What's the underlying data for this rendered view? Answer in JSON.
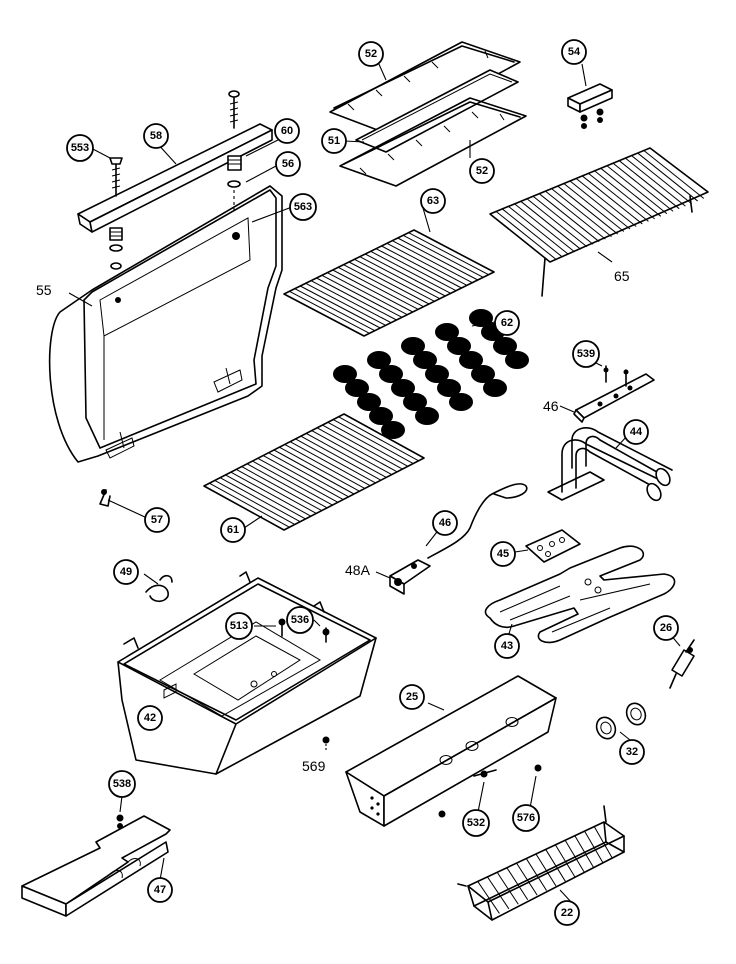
{
  "callouts": [
    {
      "id": "c52a",
      "text": "52"
    },
    {
      "id": "c54",
      "text": "54"
    },
    {
      "id": "c51",
      "text": "51"
    },
    {
      "id": "c52b",
      "text": "52"
    },
    {
      "id": "c553",
      "text": "553"
    },
    {
      "id": "c58",
      "text": "58"
    },
    {
      "id": "c60",
      "text": "60"
    },
    {
      "id": "c56",
      "text": "56"
    },
    {
      "id": "c563",
      "text": "563"
    },
    {
      "id": "c63",
      "text": "63"
    },
    {
      "id": "c62",
      "text": "62"
    },
    {
      "id": "c539",
      "text": "539"
    },
    {
      "id": "c44",
      "text": "44"
    },
    {
      "id": "c57",
      "text": "57"
    },
    {
      "id": "c61",
      "text": "61"
    },
    {
      "id": "c46b",
      "text": "46"
    },
    {
      "id": "c45",
      "text": "45"
    },
    {
      "id": "c49",
      "text": "49"
    },
    {
      "id": "c513",
      "text": "513"
    },
    {
      "id": "c536",
      "text": "536"
    },
    {
      "id": "c43",
      "text": "43"
    },
    {
      "id": "c26",
      "text": "26"
    },
    {
      "id": "c42",
      "text": "42"
    },
    {
      "id": "c25",
      "text": "25"
    },
    {
      "id": "c32",
      "text": "32"
    },
    {
      "id": "c538",
      "text": "538"
    },
    {
      "id": "c532",
      "text": "532"
    },
    {
      "id": "c576",
      "text": "576"
    },
    {
      "id": "c47",
      "text": "47"
    },
    {
      "id": "c22",
      "text": "22"
    }
  ],
  "labels": [
    {
      "id": "l55",
      "text": "55"
    },
    {
      "id": "l65",
      "text": "65"
    },
    {
      "id": "l46",
      "text": "46"
    },
    {
      "id": "l48a",
      "text": "48A"
    },
    {
      "id": "l569",
      "text": "569"
    }
  ]
}
